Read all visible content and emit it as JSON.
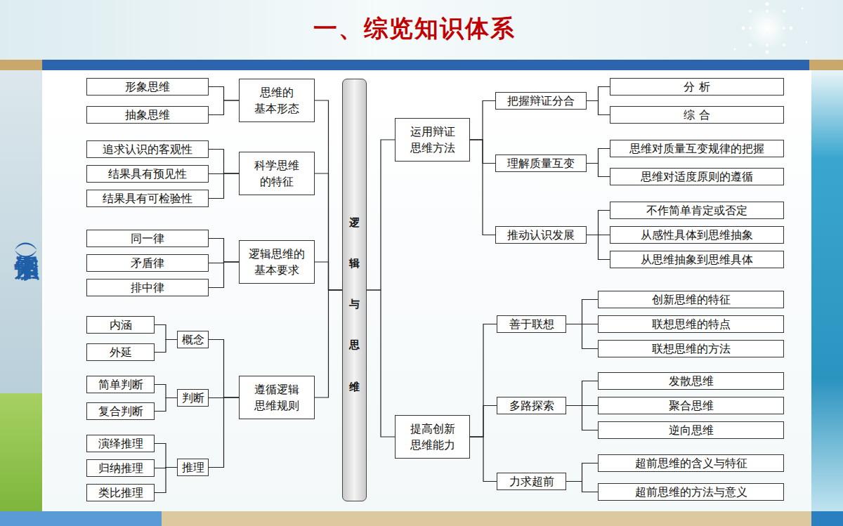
{
  "diagram": {
    "title": "一、综览知识体系",
    "nodes": [
      {
        "text": [
          "逻辑与思维"
        ]
      },
      {
        "text": [
          "思维的 基本形态"
        ]
      },
      {
        "text": [
          "形象思维"
        ]
      },
      {
        "text": [
          "抽象思维"
        ]
      },
      {
        "text": [
          "科学思维 的特征"
        ]
      },
      {
        "text": [
          "追求认识的客观性"
        ]
      },
      {
        "text": [
          "结果具有预见性"
        ]
      },
      {
        "text": [
          "结果具有可检验性"
        ]
      },
      {
        "text": [
          "逻辑思维的 基本要求"
        ]
      },
      {
        "text": [
          "同一律"
        ]
      },
      {
        "text": [
          "矛盾律"
        ]
      },
      {
        "text": [
          "排中律"
        ]
      },
      {
        "text": [
          "遵循逻辑 思维规则"
        ]
      },
      {
        "text": [
          "概念"
        ]
      },
      {
        "text": [
          "内涵"
        ]
      },
      {
        "text": [
          "外延"
        ]
      },
      {
        "text": [
          "判断"
        ]
      },
      {
        "text": [
          "简单判断"
        ]
      },
      {
        "text": [
          "复合判断"
        ]
      },
      {
        "text": [
          "推理"
        ]
      },
      {
        "text": [
          "演绎推理"
        ]
      },
      {
        "text": [
          "归纳推理"
        ]
      },
      {
        "text": [
          "类比推理"
        ]
      },
      {
        "text": [
          "运用辩证 思维方法"
        ]
      },
      {
        "text": [
          "把握辩证分合"
        ]
      },
      {
        "text": [
          "分 析"
        ]
      },
      {
        "text": [
          "综 合"
        ]
      },
      {
        "text": [
          "理解质量互变"
        ]
      },
      {
        "text": [
          "思维对质量互变规律的把握"
        ]
      },
      {
        "text": [
          "思维对适度原则的遵循"
        ]
      },
      {
        "text": [
          "推动认识发展"
        ]
      },
      {
        "text": [
          "不作简单肯定或否定"
        ]
      },
      {
        "text": [
          "从感性具体到思维抽象"
        ]
      },
      {
        "text": [
          "从思维抽象到思维具体"
        ]
      },
      {
        "text": [
          "提高创新 思维能力"
        ]
      },
      {
        "text": [
          "善于联想"
        ]
      },
      {
        "text": [
          "创新思维的特征"
        ]
      },
      {
        "text": [
          "联想思维的特点"
        ]
      },
      {
        "text": [
          "联想思维的方法"
        ]
      },
      {
        "text": [
          "多路探索"
        ]
      },
      {
        "text": [
          "发散思维"
        ]
      },
      {
        "text": [
          "聚合思维"
        ]
      },
      {
        "text": [
          "逆向思维"
        ]
      },
      {
        "text": [
          "力求超前"
        ]
      },
      {
        "text": [
          "超前思维的含义与特征"
        ]
      },
      {
        "text": [
          "超前思维的方法与意义"
        ]
      }
    ],
    "edges": [
      {
        "from": 0,
        "to": 1,
        "arrow": "none"
      },
      {
        "from": 0,
        "to": 4,
        "arrow": "none"
      },
      {
        "from": 0,
        "to": 8,
        "arrow": "none"
      },
      {
        "from": 0,
        "to": 12,
        "arrow": "none"
      },
      {
        "from": 0,
        "to": 23,
        "arrow": "none"
      },
      {
        "from": 0,
        "to": 34,
        "arrow": "none"
      },
      {
        "from": 1,
        "to": 2,
        "arrow": "none"
      },
      {
        "from": 1,
        "to": 3,
        "arrow": "none"
      },
      {
        "from": 4,
        "to": 5,
        "arrow": "none"
      },
      {
        "from": 4,
        "to": 6,
        "arrow": "none"
      },
      {
        "from": 4,
        "to": 7,
        "arrow": "none"
      },
      {
        "from": 8,
        "to": 9,
        "arrow": "none"
      },
      {
        "from": 8,
        "to": 10,
        "arrow": "none"
      },
      {
        "from": 8,
        "to": 11,
        "arrow": "none"
      },
      {
        "from": 12,
        "to": 13,
        "arrow": "none"
      },
      {
        "from": 12,
        "to": 16,
        "arrow": "none"
      },
      {
        "from": 12,
        "to": 19,
        "arrow": "none"
      },
      {
        "from": 13,
        "to": 14,
        "arrow": "none"
      },
      {
        "from": 13,
        "to": 15,
        "arrow": "none"
      },
      {
        "from": 16,
        "to": 17,
        "arrow": "none"
      },
      {
        "from": 16,
        "to": 18,
        "arrow": "none"
      },
      {
        "from": 19,
        "to": 20,
        "arrow": "none"
      },
      {
        "from": 19,
        "to": 21,
        "arrow": "none"
      },
      {
        "from": 19,
        "to": 22,
        "arrow": "none"
      },
      {
        "from": 23,
        "to": 24,
        "arrow": "none"
      },
      {
        "from": 23,
        "to": 27,
        "arrow": "none"
      },
      {
        "from": 23,
        "to": 30,
        "arrow": "none"
      },
      {
        "from": 24,
        "to": 25,
        "arrow": "none"
      },
      {
        "from": 24,
        "to": 26,
        "arrow": "none"
      },
      {
        "from": 27,
        "to": 28,
        "arrow": "none"
      },
      {
        "from": 27,
        "to": 29,
        "arrow": "none"
      },
      {
        "from": 30,
        "to": 31,
        "arrow": "none"
      },
      {
        "from": 30,
        "to": 32,
        "arrow": "none"
      },
      {
        "from": 30,
        "to": 33,
        "arrow": "none"
      },
      {
        "from": 34,
        "to": 35,
        "arrow": "none"
      },
      {
        "from": 34,
        "to": 39,
        "arrow": "none"
      },
      {
        "from": 34,
        "to": 43,
        "arrow": "none"
      },
      {
        "from": 35,
        "to": 36,
        "arrow": "none"
      },
      {
        "from": 35,
        "to": 37,
        "arrow": "none"
      },
      {
        "from": 35,
        "to": 38,
        "arrow": "none"
      },
      {
        "from": 39,
        "to": 40,
        "arrow": "none"
      },
      {
        "from": 39,
        "to": 41,
        "arrow": "none"
      },
      {
        "from": 39,
        "to": 42,
        "arrow": "none"
      },
      {
        "from": 43,
        "to": 44,
        "arrow": "none"
      },
      {
        "from": 43,
        "to": 45,
        "arrow": "none"
      }
    ],
    "labels": [
      "（全书知识体系）"
    ]
  }
}
